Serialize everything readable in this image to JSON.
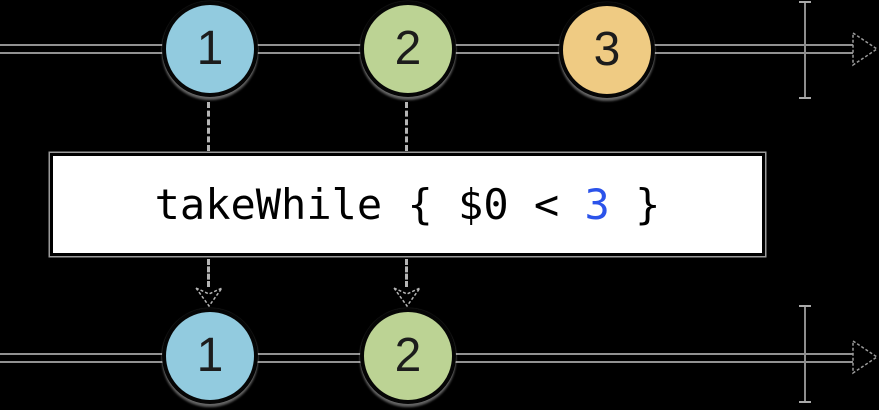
{
  "diagram": {
    "kind": "marble-diagram",
    "operator_box": {
      "code_prefix": "takeWhile { $0 < ",
      "code_argument": "3",
      "code_suffix": " }",
      "argument_color": "#2B53EA"
    },
    "source_timeline": {
      "marbles": [
        {
          "label": "1",
          "color": "#92CBDF"
        },
        {
          "label": "2",
          "color": "#BCD394"
        },
        {
          "label": "3",
          "color": "#EFCB83"
        }
      ]
    },
    "result_timeline": {
      "marbles": [
        {
          "label": "1",
          "color": "#92CBDF"
        },
        {
          "label": "2",
          "color": "#BCD394"
        }
      ]
    },
    "colors": {
      "background": "#000000",
      "line": "#919191",
      "box_fill": "#FFFFFF",
      "box_border": "#000000"
    }
  }
}
